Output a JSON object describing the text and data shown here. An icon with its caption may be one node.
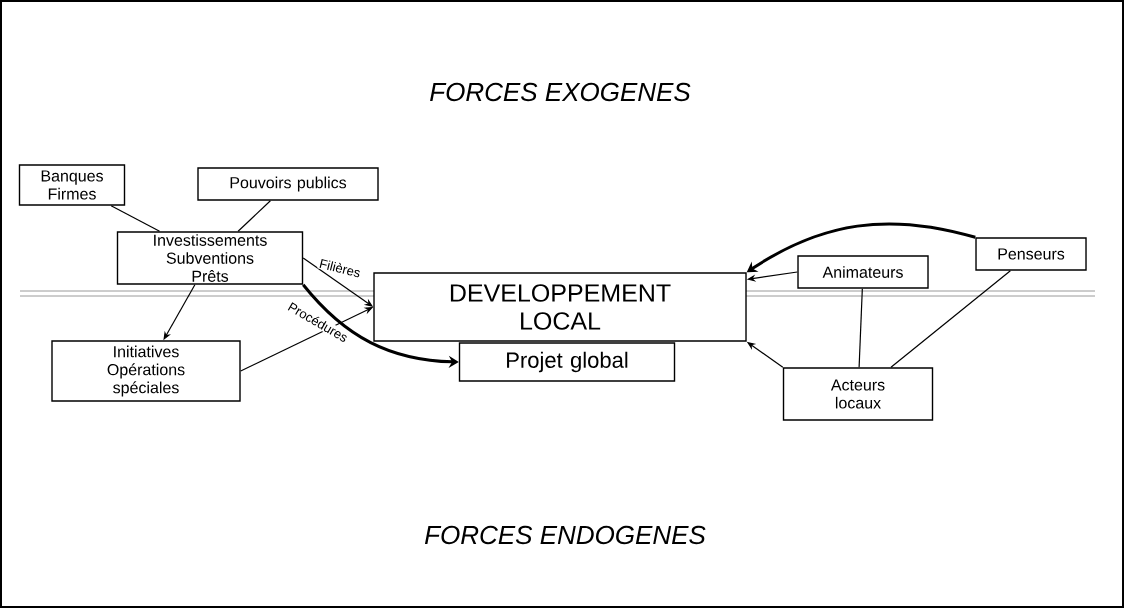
{
  "diagram": {
    "nodes": [
      {
        "text": [
          "Banques Firmes"
        ]
      },
      {
        "text": [
          "Pouvoirs publics"
        ]
      },
      {
        "text": [
          "Investissements Subventions Prêts"
        ]
      },
      {
        "text": [
          "Initiatives Opérations spéciales"
        ]
      },
      {
        "text": [
          "DEVELOPPEMENT LOCAL"
        ]
      },
      {
        "text": [
          "Projet global"
        ]
      },
      {
        "text": [
          "Animateurs"
        ]
      },
      {
        "text": [
          "Penseurs"
        ]
      },
      {
        "text": [
          "Acteurs locaux"
        ]
      }
    ],
    "edges": [
      {
        "from": 0,
        "to": 2,
        "arrow": "none"
      },
      {
        "from": 1,
        "to": 2,
        "arrow": "none"
      },
      {
        "from": 2,
        "to": 3,
        "arrow": "to"
      },
      {
        "from": 2,
        "to": 4,
        "arrow": "to",
        "label": "Filières"
      },
      {
        "from": 2,
        "to": 5,
        "arrow": "to",
        "label": "Procédures",
        "style": "thick"
      },
      {
        "from": 3,
        "to": 4,
        "arrow": "to"
      },
      {
        "from": 7,
        "to": 4,
        "arrow": "to",
        "style": "thick"
      },
      {
        "from": 6,
        "to": 4,
        "arrow": "to"
      },
      {
        "from": 8,
        "to": 4,
        "arrow": "to"
      },
      {
        "from": 6,
        "to": 8,
        "arrow": "none"
      },
      {
        "from": 7,
        "to": 8,
        "arrow": "none"
      }
    ],
    "labels": [
      "FORCES EXOGENES",
      "FORCES ENDOGENES"
    ]
  }
}
